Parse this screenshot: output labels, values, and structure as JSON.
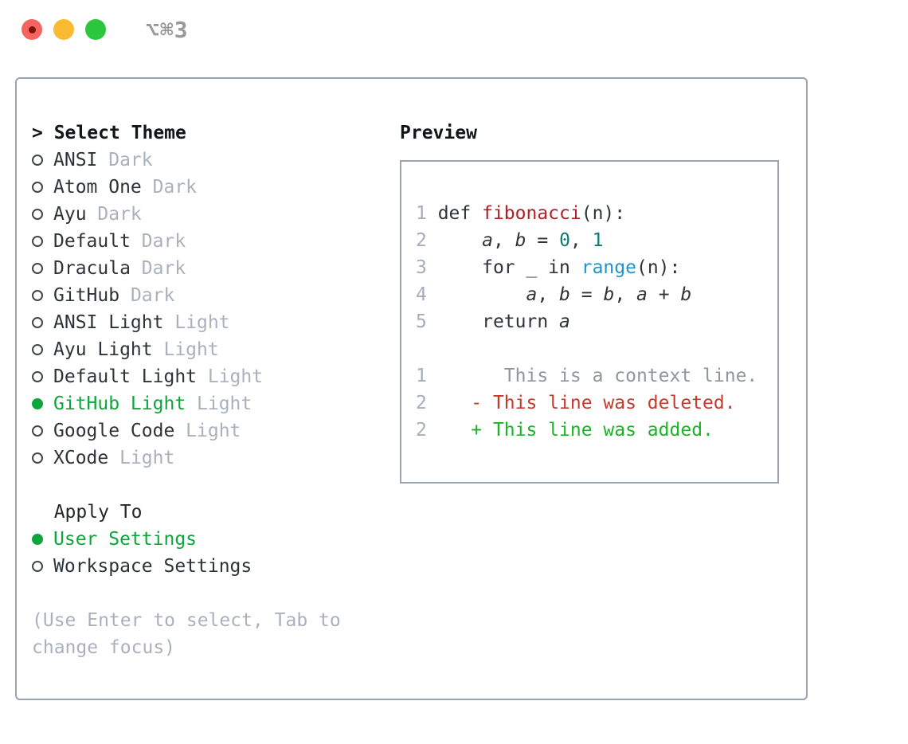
{
  "window": {
    "title": "⌥⌘3",
    "traffic_lights": [
      "close",
      "minimize",
      "zoom"
    ]
  },
  "colors": {
    "accent_green": "#0ea63c",
    "added_green": "#1ab426",
    "deleted_red": "#c63a2c",
    "function_red": "#b12025",
    "number_teal": "#0f7c74",
    "builtin_blue": "#2492d0",
    "muted_gray": "#a9b1bd",
    "panel_border": "#99a3af",
    "traffic_red": "#f4655f",
    "traffic_yellow": "#fabb32",
    "traffic_green": "#2cc53e"
  },
  "theme_picker": {
    "prompt": ">",
    "title": "Select Theme",
    "themes": [
      {
        "name": "ANSI",
        "tag": "Dark",
        "selected": false
      },
      {
        "name": "Atom One",
        "tag": "Dark",
        "selected": false
      },
      {
        "name": "Ayu",
        "tag": "Dark",
        "selected": false
      },
      {
        "name": "Default",
        "tag": "Dark",
        "selected": false
      },
      {
        "name": "Dracula",
        "tag": "Dark",
        "selected": false
      },
      {
        "name": "GitHub",
        "tag": "Dark",
        "selected": false
      },
      {
        "name": "ANSI Light",
        "tag": "Light",
        "selected": false
      },
      {
        "name": "Ayu Light",
        "tag": "Light",
        "selected": false
      },
      {
        "name": "Default Light",
        "tag": "Light",
        "selected": false
      },
      {
        "name": "GitHub Light",
        "tag": "Light",
        "selected": true
      },
      {
        "name": "Google Code",
        "tag": "Light",
        "selected": false
      },
      {
        "name": "XCode",
        "tag": "Light",
        "selected": false
      }
    ],
    "apply_to": {
      "title": "Apply To",
      "options": [
        {
          "name": "User Settings",
          "selected": true
        },
        {
          "name": "Workspace Settings",
          "selected": false
        }
      ]
    },
    "help": [
      "(Use Enter to select, Tab to",
      "change focus)"
    ]
  },
  "preview": {
    "title": "Preview",
    "lines": [
      [
        {
          "t": "1 ",
          "c": "ln"
        },
        {
          "t": "def ",
          "c": "fg"
        },
        {
          "t": "fibonacci",
          "c": "fn"
        },
        {
          "t": "(n):",
          "c": "fg"
        }
      ],
      [
        {
          "t": "2 ",
          "c": "ln"
        },
        {
          "t": "    ",
          "c": "fg"
        },
        {
          "t": "a",
          "c": "var"
        },
        {
          "t": ", ",
          "c": "fg"
        },
        {
          "t": "b",
          "c": "var"
        },
        {
          "t": " = ",
          "c": "fg"
        },
        {
          "t": "0",
          "c": "num"
        },
        {
          "t": ", ",
          "c": "fg"
        },
        {
          "t": "1",
          "c": "num"
        }
      ],
      [
        {
          "t": "3 ",
          "c": "ln"
        },
        {
          "t": "    for _ in ",
          "c": "fg"
        },
        {
          "t": "range",
          "c": "blt"
        },
        {
          "t": "(n):",
          "c": "fg"
        }
      ],
      [
        {
          "t": "4 ",
          "c": "ln"
        },
        {
          "t": "        ",
          "c": "fg"
        },
        {
          "t": "a",
          "c": "var"
        },
        {
          "t": ", ",
          "c": "fg"
        },
        {
          "t": "b",
          "c": "var"
        },
        {
          "t": " = ",
          "c": "fg"
        },
        {
          "t": "b",
          "c": "var"
        },
        {
          "t": ", ",
          "c": "fg"
        },
        {
          "t": "a",
          "c": "var"
        },
        {
          "t": " + ",
          "c": "fg"
        },
        {
          "t": "b",
          "c": "var"
        }
      ],
      [
        {
          "t": "5 ",
          "c": "ln"
        },
        {
          "t": "    return ",
          "c": "fg"
        },
        {
          "t": "a",
          "c": "var"
        }
      ],
      [],
      [
        {
          "t": "1",
          "c": "ln"
        },
        {
          "t": "       This is a context line.",
          "c": "ctx"
        }
      ],
      [
        {
          "t": "2",
          "c": "ln"
        },
        {
          "t": "    - This line was deleted.",
          "c": "del"
        }
      ],
      [
        {
          "t": "2",
          "c": "ln"
        },
        {
          "t": "    + This line was added.",
          "c": "add"
        }
      ]
    ]
  }
}
